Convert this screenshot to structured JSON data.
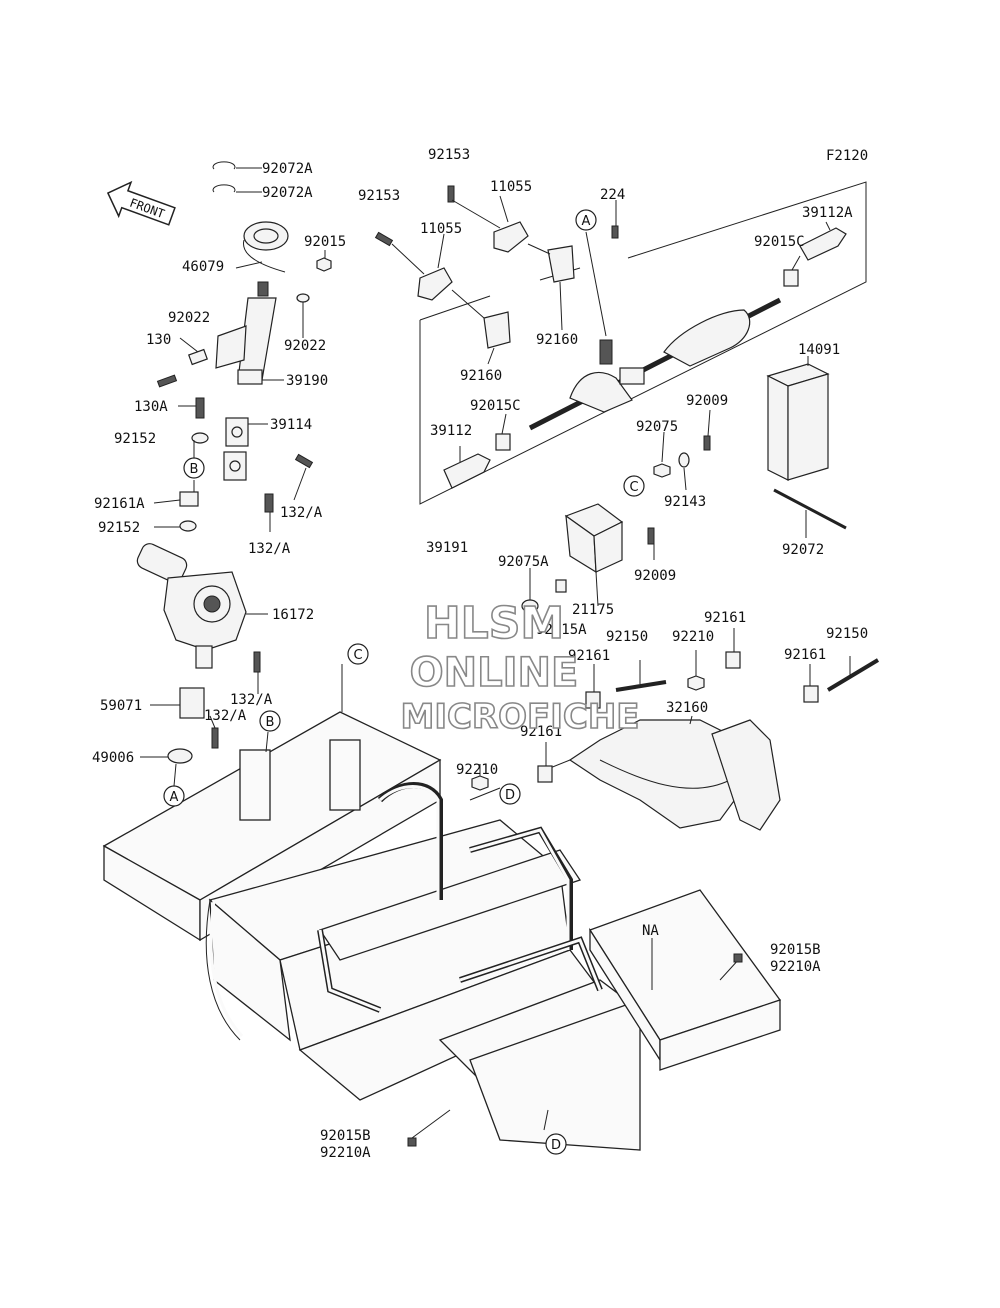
{
  "figure_code": "F2120",
  "front_label": "FRONT",
  "watermark": {
    "line1": "HLSM",
    "line2": "ONLINE",
    "line3": "MICROFICHE"
  },
  "callouts": {
    "A": "A",
    "B": "B",
    "C": "C",
    "D": "D",
    "NA": "NA"
  },
  "labels": {
    "p92072A_1": "92072A",
    "p92072A_2": "92072A",
    "p92015": "92015",
    "p46079": "46079",
    "p92022_l": "92022",
    "p92022_r": "92022",
    "p130": "130",
    "p39190": "39190",
    "p130A": "130A",
    "p39114": "39114",
    "p92152_1": "92152",
    "p92161A": "92161A",
    "p132A_1": "132/A",
    "p92152_2": "92152",
    "p132A_2": "132/A",
    "p16172": "16172",
    "p59071": "59071",
    "p132A_3": "132/A",
    "p132A_4": "132/A",
    "p49006": "49006",
    "p92153_1": "92153",
    "p92153_2": "92153",
    "p11055_1": "11055",
    "p11055_2": "11055",
    "p224": "224",
    "p39112A": "39112A",
    "p92015C_r": "92015C",
    "p92160_1": "92160",
    "p92160_2": "92160",
    "p14091": "14091",
    "p92015C_l": "92015C",
    "p92009_1": "92009",
    "p39112": "39112",
    "p92075": "92075",
    "p92143": "92143",
    "p39191": "39191",
    "p92072": "92072",
    "p92075A": "92075A",
    "p92009_2": "92009",
    "p21175": "21175",
    "p92015A": "92015A",
    "p92161_1": "92161",
    "p92150_1": "92150",
    "p92210_1": "92210",
    "p92150_2": "92150",
    "p92161_2": "92161",
    "p92161_3": "92161",
    "p32160": "32160",
    "p92161_4": "92161",
    "p92210_2": "92210",
    "p92015B_r": "92015B",
    "p92210A_r": "92210A",
    "p92015B_b": "92015B",
    "p92210A_b": "92210A"
  }
}
